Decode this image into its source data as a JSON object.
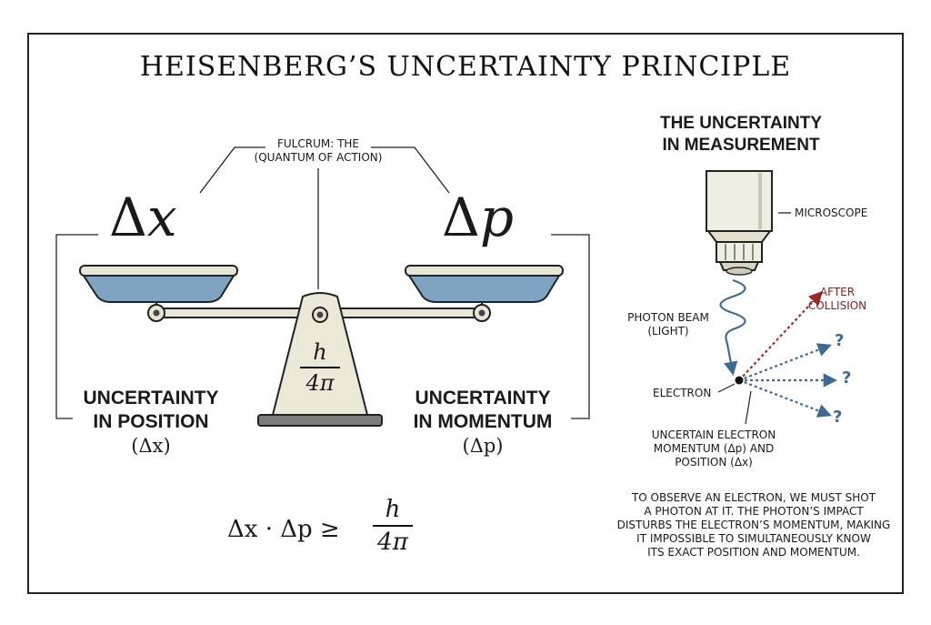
{
  "title": "HEISENBERG’S UNCERTAINTY PRINCIPLE",
  "balance": {
    "fulcrum_note_line1": "FULCRUM: THE",
    "fulcrum_note_line2": "(QUANTUM OF ACTION)",
    "left_symbol_delta": "Δ",
    "left_symbol_var": "x",
    "right_symbol_delta": "Δ",
    "right_symbol_var": "p",
    "fulcrum_numerator": "h",
    "fulcrum_denominator": "4π",
    "left_label_line1": "UNCERTAINTY",
    "left_label_line2": "IN POSITION",
    "left_label_line3": "(Δx)",
    "right_label_line1": "UNCERTAINTY",
    "right_label_line2": "IN MOMENTUM",
    "right_label_line3": "(Δp)"
  },
  "formula": {
    "lhs": "Δx · Δp ≥",
    "numerator": "h",
    "denominator": "4π"
  },
  "measurement": {
    "title_line1": "THE UNCERTAINTY",
    "title_line2": "IN MEASUREMENT",
    "microscope_label": "MICROSCOPE",
    "photon_label_line1": "PHOTON BEAM",
    "photon_label_line2": "(LIGHT)",
    "after_label_line1": "AFTER",
    "after_label_line2": "COLLISION",
    "electron_label": "ELECTRON",
    "question_mark": "?",
    "uncertain_line1": "UNCERTAIN ELECTRON",
    "uncertain_line2": "MOMENTUM (Δp) AND",
    "uncertain_line3": "POSITION (Δx)",
    "description": [
      "TO OBSERVE AN ELECTRON, WE MUST SHOT",
      "A PHOTON AT IT. THE PHOTON’S IMPACT",
      "DISTURBS THE ELECTRON’S MOMENTUM, MAKING",
      "IT IMPOSSIBLE TO SIMULTANEOUSLY KNOW",
      "ITS EXACT POSITION AND MOMENTUM."
    ]
  },
  "colors": {
    "pan_fill": "#7fa4c2",
    "metal": "#e9e5d6",
    "fulcrum_fill": "#ece8d8",
    "arrow_blue": "#3f6a92",
    "arrow_red": "#9b2a2a",
    "microscope_body": "#efeee2"
  }
}
